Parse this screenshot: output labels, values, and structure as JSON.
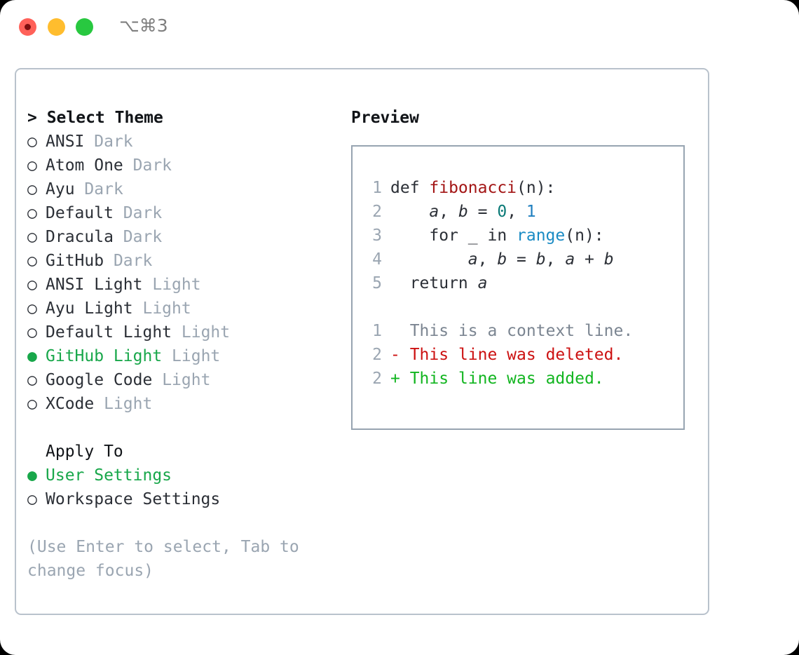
{
  "window": {
    "shortcut": "⌥⌘3",
    "traffic_lights": {
      "close_color": "#ff6159",
      "minimize_color": "#ffbd2e",
      "maximize_color": "#28c840"
    }
  },
  "theme_panel": {
    "header": "> Select Theme",
    "items": [
      {
        "bullet": "○",
        "label": "ANSI",
        "tag": "Dark",
        "selected": false
      },
      {
        "bullet": "○",
        "label": "Atom One",
        "tag": "Dark",
        "selected": false
      },
      {
        "bullet": "○",
        "label": "Ayu",
        "tag": "Dark",
        "selected": false
      },
      {
        "bullet": "○",
        "label": "Default",
        "tag": "Dark",
        "selected": false
      },
      {
        "bullet": "○",
        "label": "Dracula",
        "tag": "Dark",
        "selected": false
      },
      {
        "bullet": "○",
        "label": "GitHub",
        "tag": "Dark",
        "selected": false
      },
      {
        "bullet": "○",
        "label": "ANSI Light",
        "tag": "Light",
        "selected": false
      },
      {
        "bullet": "○",
        "label": "Ayu Light",
        "tag": "Light",
        "selected": false
      },
      {
        "bullet": "○",
        "label": "Default Light",
        "tag": "Light",
        "selected": false
      },
      {
        "bullet": "●",
        "label": "GitHub Light",
        "tag": "Light",
        "selected": true
      },
      {
        "bullet": "○",
        "label": "Google Code",
        "tag": "Light",
        "selected": false
      },
      {
        "bullet": "○",
        "label": "XCode",
        "tag": "Light",
        "selected": false
      }
    ]
  },
  "apply_to": {
    "title": "Apply To",
    "items": [
      {
        "bullet": "●",
        "label": "User Settings",
        "selected": true
      },
      {
        "bullet": "○",
        "label": "Workspace Settings",
        "selected": false
      }
    ]
  },
  "hint": "(Use Enter to select, Tab to change focus)",
  "preview": {
    "title": "Preview",
    "code_lines": [
      {
        "num": "1",
        "segments": [
          {
            "text": "def ",
            "style": "plain"
          },
          {
            "text": "fibonacci",
            "style": "fn"
          },
          {
            "text": "(n):",
            "style": "plain"
          }
        ]
      },
      {
        "num": "2",
        "segments": [
          {
            "text": "    ",
            "style": "plain"
          },
          {
            "text": "a",
            "style": "var"
          },
          {
            "text": ", ",
            "style": "plain"
          },
          {
            "text": "b",
            "style": "var"
          },
          {
            "text": " = ",
            "style": "plain"
          },
          {
            "text": "0",
            "style": "num-a"
          },
          {
            "text": ", ",
            "style": "plain"
          },
          {
            "text": "1",
            "style": "num-b"
          }
        ]
      },
      {
        "num": "3",
        "segments": [
          {
            "text": "    for _ in ",
            "style": "plain"
          },
          {
            "text": "range",
            "style": "call"
          },
          {
            "text": "(n):",
            "style": "plain"
          }
        ]
      },
      {
        "num": "4",
        "segments": [
          {
            "text": "        ",
            "style": "plain"
          },
          {
            "text": "a",
            "style": "var"
          },
          {
            "text": ", ",
            "style": "plain"
          },
          {
            "text": "b",
            "style": "var"
          },
          {
            "text": " = ",
            "style": "plain"
          },
          {
            "text": "b",
            "style": "var"
          },
          {
            "text": ", ",
            "style": "plain"
          },
          {
            "text": "a",
            "style": "var"
          },
          {
            "text": " + ",
            "style": "plain"
          },
          {
            "text": "b",
            "style": "var"
          }
        ]
      },
      {
        "num": "5",
        "segments": [
          {
            "text": "  return ",
            "style": "plain"
          },
          {
            "text": "a",
            "style": "var"
          }
        ]
      }
    ],
    "diff_lines": [
      {
        "num": "1",
        "marker": "  ",
        "text": "This is a context line.",
        "kind": "ctx"
      },
      {
        "num": "2",
        "marker": "- ",
        "text": "This line was deleted.",
        "kind": "del"
      },
      {
        "num": "2",
        "marker": "+ ",
        "text": "This line was added.",
        "kind": "add"
      }
    ]
  }
}
